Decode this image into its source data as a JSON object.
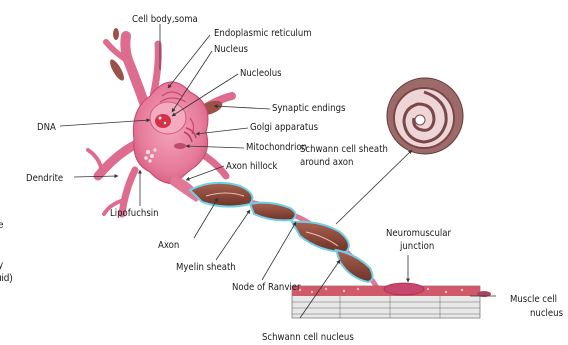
{
  "labels": {
    "cell_body": "Cell body,soma",
    "er": "Endoplasmic reticulum",
    "nucleus": "Nucleus",
    "nucleolus": "Nucleolus",
    "synaptic": "Synaptic endings",
    "dna": "DNA",
    "golgi": "Golgi apparatus",
    "mito": "Mitochondrion",
    "hillock": "Axon hillock",
    "dendrite": "Dendrite",
    "lipofuchsin": "Lipofuchsin",
    "axon": "Axon",
    "myelin": "Myelin sheath",
    "ranvier": "Node of Ranvier",
    "schwann_nucleus": "Schwann cell nucleus",
    "schwann_sheath_1": "Schwann cell sheath",
    "schwann_sheath_2": "around axon",
    "nmj_1": "Neuromuscular",
    "nmj_2": "junction",
    "muscle_1": "Muscle cell",
    "muscle_2": "nucleus"
  },
  "edge_text": {
    "line1": "e",
    "line2": "y",
    "line3": "uid)"
  },
  "colors": {
    "neuron_pink": "#e9789a",
    "neuron_dark": "#c8476e",
    "myelin": "#8a4a3c",
    "myelin_outline": "#6fd0e8",
    "nucleus": "#f4aac0",
    "nucleolus": "#d63045",
    "muscle": "#d05a6a",
    "sheath_brown": "#8b5a58"
  }
}
